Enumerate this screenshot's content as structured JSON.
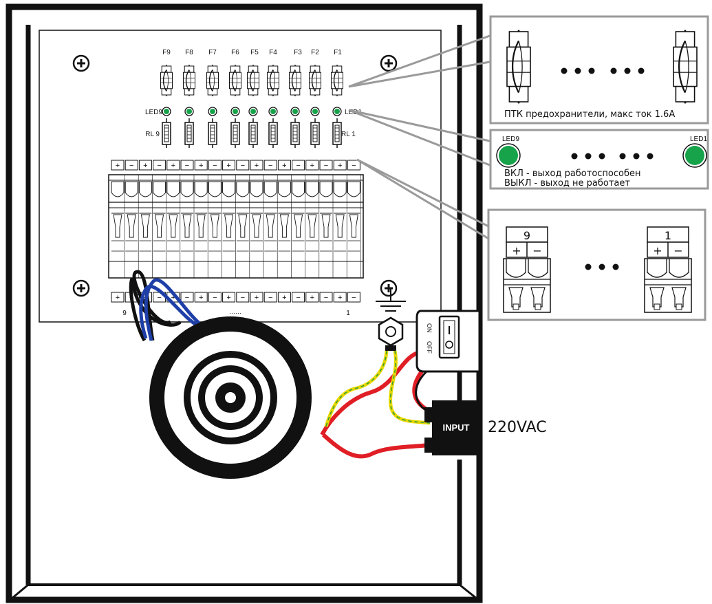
{
  "board": {
    "fuse_labels": [
      "F9",
      "F8",
      "F7",
      "F6",
      "F5",
      "F4",
      "F3",
      "F2",
      "F1"
    ],
    "led_left": "LED9",
    "led_right": "LED1",
    "relay_left": "RL 9",
    "relay_right": "RL 1",
    "terminal_left": "9",
    "terminal_mid": "……",
    "terminal_right": "1",
    "plus": "+",
    "minus": "−"
  },
  "callouts": {
    "fuses_caption": "ПТК предохранители, макс ток 1.6A",
    "led_left": "LED9",
    "led_right": "LED1",
    "led_on": "ВКЛ - выход работоспособен",
    "led_off": "ВЫКЛ - выход  не работает",
    "terminal_left_num": "9",
    "terminal_right_num": "1",
    "plus": "+",
    "minus": "−"
  },
  "switch": {
    "on": "ON",
    "off": "OFF"
  },
  "input": {
    "label": "INPUT",
    "voltage": "220VAC"
  },
  "colors": {
    "led_green": "#16a34a",
    "wire_red": "#e01e25",
    "wire_blue": "#1f3fa8",
    "wire_yellow": "#e6d800",
    "wire_green": "#2f9a3a",
    "callout_gray": "#9a9a9a"
  }
}
